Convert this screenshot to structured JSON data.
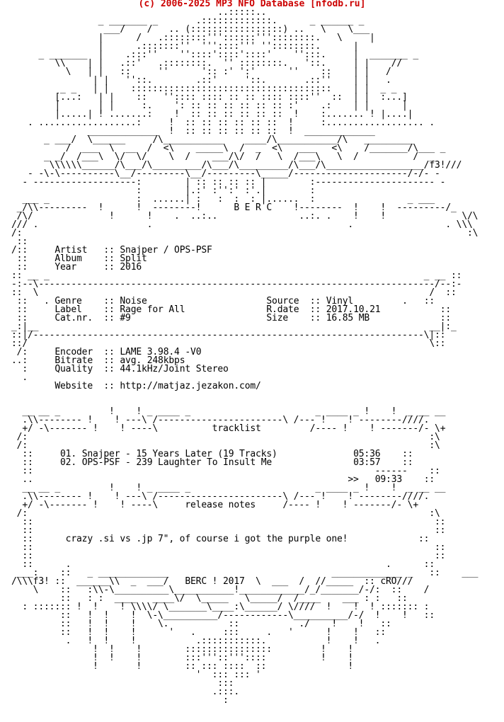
{
  "header": "(c) 2006-2025 MP3 NFO Database [nfodb.ru]",
  "art": {
    "logo": [
      "                                      ..:::::..",
      "                _ _______ _       .:::::::::::::.      _ ______ _",
      "                 ___/    /   .. (:::::::::::::::::) ..   \\    \\___",
      "                |      /   .::::::::'''::::::'''::::::::.   \\     |",
      "                |      .:::::::''  '''::::''' ''::::::::.      |",
      "     _ _______  |    .:::''    ''::::'::::'::::'    '':::.     |  _______ _",
      "        \\\\    | |   .::'   .::::::::.  '' ::::::::.   '::.     | |    //",
      "          \\   | |   ::     ''      ':: :' ':'      ''    ::    | |   /",
      "               | |   ''::.        .::'     '::.       .::''    | |   .",
      "         _ _   | |    :::::::::::::::::::::::::::::::::::::    | |  _ _",
      "        [...:   | |    ::   '':::: :::: :: :: :::: ::::''  ::  | |  :...]",
      "        |       | |     :.    ': :: :: :: :: :: :: :'    .:    | |      |",
      "        |.....| ! .......:    !  :: :: :: :: :: ::  !    :....... ! |....|",
      "   . ..................:     !  :: :: :: :: :: ::  !     :.................. .",
      "              _____________  !  :: :: :: :: :: ::  !  _____________",
      "      _ ___/  \\______     /\\___________    ____/\\___________/\\   _________",
      "          /  ___  \\  __  /  <\\    _____\\  /  _  <\\   ___   <\\    /_______/\\___ _",
      "      _ _/  /___\\  \\/  \\/    \\  /    ___/\\/  /   \\  /___\\   \\  /          /  _",
      "       \\\\\\\\\\\\______/\\___/\\_________/\\___/\\_________/\\___/\\__________________/f3!///",
      "   - -\\-\\----------\\__/---------\\__/---------\\_____/---------------------/-/- -",
      "  - -------------------:        | :: :: :: :: |        :---------------------- -",
      "                       :        |.:' :'':' :'.|        :",
      "  ___ _                :  ......| :   :  :  : |......  :                 _ ___",
      " _/\\\\---------  !      !  --------!      B E R C    !--------  !    !  ---------/_",
      " /\\/              !      !    .  ..:..               ..:. .    !    !              \\/\\",
      "/// .                    .                                    .                 . \\\\\\",
      "/:                                                                                  :\\"
    ],
    "dividerTop": [
      ":: __ _                                                                     _ __ ::",
      "-:--\\-------------------------------------------------------------------------/--:-",
      "::  \\                                                                        /  ::"
    ],
    "dividerMid": [
      "_:|__                                                                        __|:_",
      "::|/------------------------------------------------------------------------\\|::",
      "::/                                                                          \\::",
      "/:                                                                            :\\",
      "..:                                                                            : .",
      "  :                                                                            :",
      "  ."
    ],
    "boxTop": [
      "",
      "",
      "  __ __ _         !    ! _ ____ _                       _ ____ _ !    !  _ __ __",
      "  .\\\\-------- !    ! ---\\ /-----------------------\\ /--- !    ! --------////.",
      "  +/ -\\------- !    ! ----\\                          /---- !    ! -------/- \\+",
      " /:                                                                          :\\",
      " /:                                                                          :\\",
      "  ::                                                                          ::"
    ],
    "boxBottom": [
      "  ::                                                                          ::",
      "  __ __ _         !    ! _ ____ _                       _ ____ _ !    !  _ __ __",
      "  .\\\\-------- !    ! ---\\ /-----------------------\\ /--- !    ! --------////.",
      "  +/ -\\------- !    ! ----\\                          /---- !    ! -------/- \\+",
      " /:                                                                          :\\",
      "  ::                                                                          ::"
    ],
    "footer": [
      "  ::                                                                          ::",
      "  ::                                                                          ::",
      "  ::      .                                                          .      ::",
      " ___:    ::   _ _____________                              _____________ _   ::    ___",
      "/\\\\\\f3! ::  ______\\\\  _  ___/   BERC ! 2017  \\  ___  /  //_____  :: cRO///",
      "    \\    ::   :\\\\-\\__________\\___________!____________/_/_______/-/:  ::    /",
      "         ::   : :  ____   ____\\/  \\_____   \\_____/  /____    ___ : :   ::",
      "  : ::::::: !  !    ! \\\\\\\\/ \\_______\\____:\\______/ \\////  !    !  ! ::::::: :",
      "         ::   !  !    !  \\-\\__________/------------\\__________/-/  !    !   ::",
      "         ::   !  !    !    \\.           ::           ./    !    !   ::",
      "         ::   !  !    !      '   .     :::     .   '      !    !   ::",
      "          .   !  !    !           .:::::::::::.           !    !   .",
      "               !  !    !        ::::::::::::::::         !    !",
      "               !  !    !        :::'''::'''::::          !    !",
      "               !       !        :: ::: ::::  ::               !",
      "                                  '  ::: ::: '",
      "                                      :::",
      "                                     .:::.",
      "                                       :"
    ]
  },
  "release": {
    "artist_label": "Artist",
    "artist": "Snajper / OPS-PSF",
    "album_label": "Album",
    "album": "Split",
    "year_label": "Year",
    "year": "2016",
    "genre_label": "Genre",
    "genre": "Noise",
    "label_label": "Label",
    "label": "Rage for All",
    "catnr_label": "Cat.nr.",
    "catnr": "#9",
    "source_label": "Source",
    "source": "Vinyl",
    "rdate_label": "R.date",
    "rdate": "2017.10.21",
    "size_label": "Size",
    "size": "16.85 MB",
    "encoder_label": "Encoder",
    "encoder": "LAME 3.98.4 -V0",
    "bitrate_label": "Bitrate",
    "bitrate": "avg. 248kbps",
    "quality_label": "Quality",
    "quality": "44.1kHz/Joint Stereo",
    "website_label": "Website",
    "website": "http://matjaz.jezakon.com/"
  },
  "sections": {
    "tracklist": "tracklist",
    "release_notes": "release notes"
  },
  "tracks": [
    {
      "num": "01.",
      "title": "Snajper - 15 Years Later (19 Tracks)",
      "time": "05:36"
    },
    {
      "num": "02.",
      "title": "OPS-PSF - 239 Laughter To Insult Me",
      "time": "03:57"
    }
  ],
  "total": {
    "separator": "------",
    "marker": ">>",
    "time": "09:33"
  },
  "notes": "crazy .si vs .jp 7\", of course i got the purple one!"
}
